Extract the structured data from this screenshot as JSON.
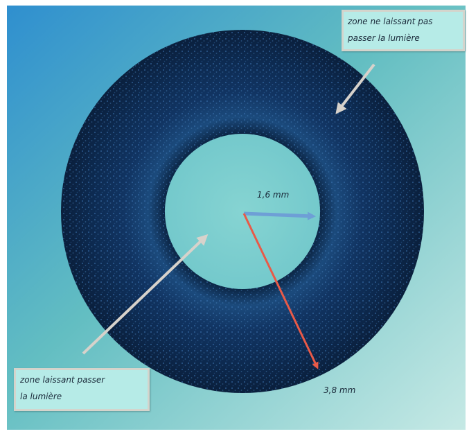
{
  "labels": {
    "opaque_zone": [
      "zone ne laissant pas",
      "passer la lumière"
    ],
    "clear_zone": [
      "zone laissant passer",
      "la lumière"
    ],
    "inner_radius": "1,6 mm",
    "outer_radius": "3,8 mm"
  },
  "colors": {
    "background_gradient": [
      "#2f8fcf",
      "#63bec2",
      "#bfe6e2"
    ],
    "ring_dark": "#0a2240",
    "ring_mid": "#173d6b",
    "inner_disc": "#7fd0cf",
    "inner_radius_arrow": "#6e9fd6",
    "outer_radius_arrow": "#e85a48",
    "pointer_arrow": "#d7d2cb",
    "label_box_fill": "#b6ebe7",
    "label_box_border": "#d4d4cc"
  }
}
